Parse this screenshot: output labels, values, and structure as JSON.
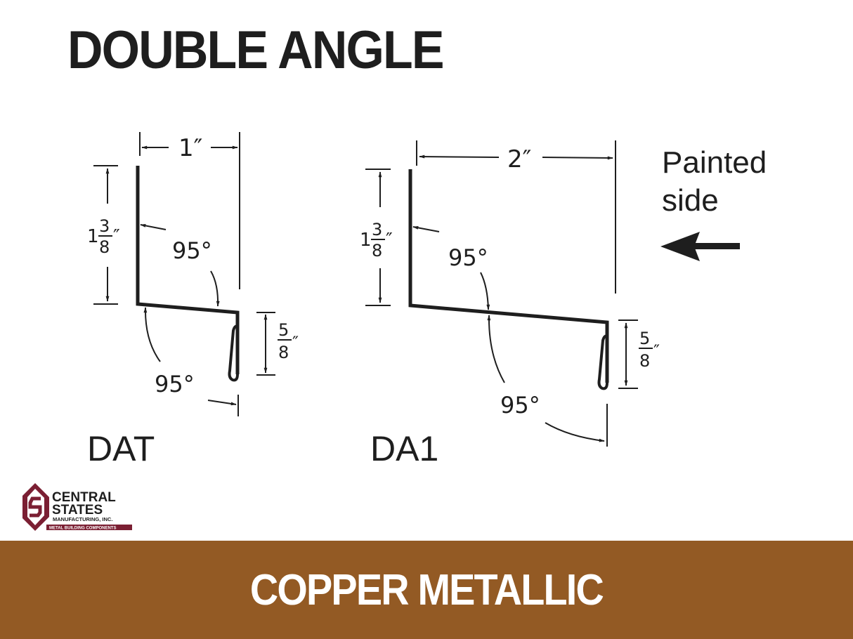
{
  "title": "DOUBLE ANGLE",
  "parts": [
    {
      "label": "DAT",
      "width_dim": "1″",
      "height_dim_whole": "1",
      "height_dim_num": "3",
      "height_dim_den": "8",
      "hem_dim_num": "5",
      "hem_dim_den": "8",
      "angle_top": "95°",
      "angle_bottom": "95°"
    },
    {
      "label": "DA1",
      "width_dim": "2″",
      "height_dim_whole": "1",
      "height_dim_num": "3",
      "height_dim_den": "8",
      "hem_dim_num": "5",
      "hem_dim_den": "8",
      "angle_top": "95°",
      "angle_bottom": "95°"
    }
  ],
  "painted_side": {
    "line1": "Painted",
    "line2": "side",
    "icon": "arrow-left-icon"
  },
  "logo": {
    "line1": "CENTRAL",
    "line2": "STATES",
    "line3": "MANUFACTURING, INC.",
    "tagline": "METAL BUILDING COMPONENTS",
    "brand_color": "#7b1f33"
  },
  "banner": {
    "text": "COPPER METALLIC",
    "color": "#935a24"
  },
  "inch_mark": "″"
}
